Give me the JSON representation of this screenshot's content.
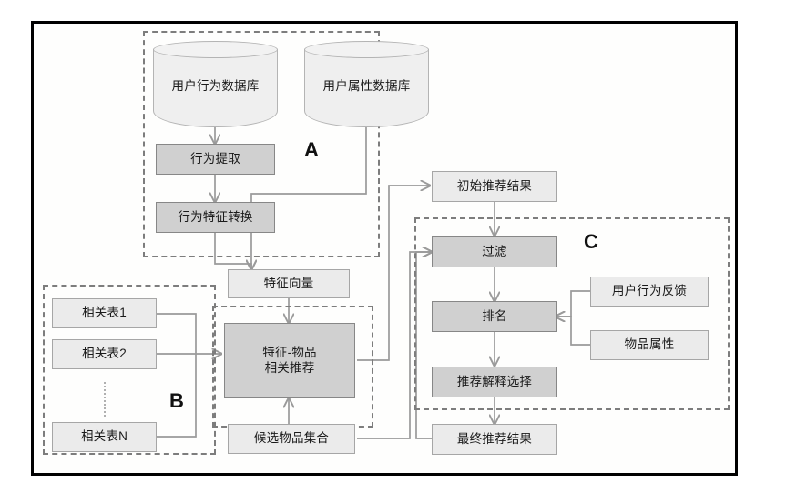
{
  "diagram": {
    "title": "Recommendation system architecture flowchart",
    "groups": [
      {
        "id": "A",
        "label": "A"
      },
      {
        "id": "B",
        "label": "B"
      },
      {
        "id": "C",
        "label": "C"
      }
    ],
    "nodes": {
      "user_behavior_db": "用户行为数据库",
      "user_attribute_db": "用户属性数据库",
      "behavior_extraction": "行为提取",
      "behavior_feature_transform": "行为特征转换",
      "feature_vector": "特征向量",
      "relation_table_1": "相关表1",
      "relation_table_2": "相关表2",
      "relation_table_n": "相关表N",
      "feature_item_recommend": "特征-物品\n相关推荐",
      "candidate_item_set": "候选物品集合",
      "initial_recommend_result": "初始推荐结果",
      "filter": "过滤",
      "ranking": "排名",
      "recommend_explain_select": "推荐解释选择",
      "final_recommend_result": "最终推荐结果",
      "user_behavior_feedback": "用户行为反馈",
      "item_attribute": "物品属性"
    },
    "colors": {
      "frame_border": "#000000",
      "box_light_fill": "#ebebeb",
      "box_light_border": "#a6a6a6",
      "box_dark_fill": "#d0d0d0",
      "box_dark_border": "#878787",
      "group_border": "#7d7d7d",
      "connector": "#9a9a9a",
      "text": "#1a1a1a"
    }
  }
}
